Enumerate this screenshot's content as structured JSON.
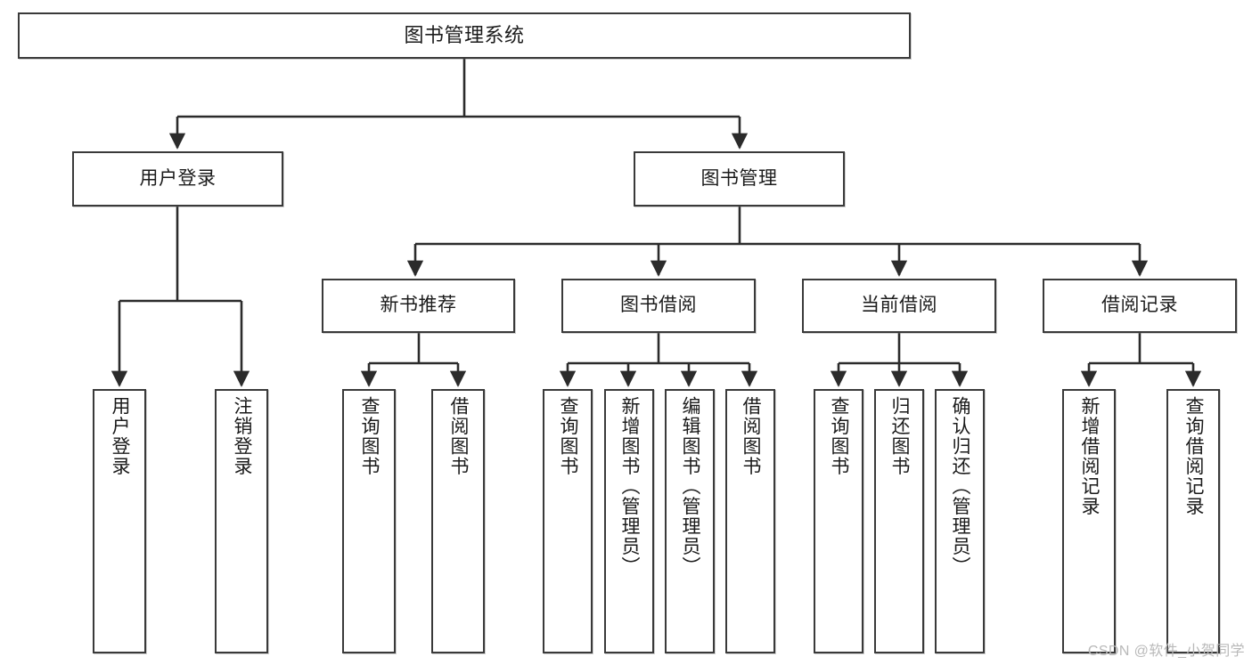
{
  "diagram": {
    "type": "tree-hierarchy",
    "title": "图书管理系统",
    "orientation": "top-down",
    "colors": {
      "box_border": "#3a3a3a",
      "box_fill": "#ffffff",
      "connector": "#2b2b2b",
      "text": "#1b1b1b",
      "watermark": "#b9b9b9"
    },
    "root": {
      "label": "图书管理系统"
    },
    "level2": [
      {
        "label": "用户登录"
      },
      {
        "label": "图书管理"
      }
    ],
    "level3": [
      {
        "label": "新书推荐"
      },
      {
        "label": "图书借阅"
      },
      {
        "label": "当前借阅"
      },
      {
        "label": "借阅记录"
      }
    ],
    "leaves": {
      "user_login": [
        {
          "label": "用户登录"
        },
        {
          "label": "注销登录"
        }
      ],
      "new_book_recommend": [
        {
          "label": "查询图书"
        },
        {
          "label": "借阅图书"
        }
      ],
      "book_borrow": [
        {
          "label": "查询图书"
        },
        {
          "label": "新增图书（管理员）"
        },
        {
          "label": "编辑图书（管理员）"
        },
        {
          "label": "借阅图书"
        }
      ],
      "current_borrow": [
        {
          "label": "查询图书"
        },
        {
          "label": "归还图书"
        },
        {
          "label": "确认归还（管理员）"
        }
      ],
      "borrow_record": [
        {
          "label": "新增借阅记录"
        },
        {
          "label": "查询借阅记录"
        }
      ]
    }
  },
  "watermark": {
    "text": "CSDN @软件_小贺同学"
  }
}
